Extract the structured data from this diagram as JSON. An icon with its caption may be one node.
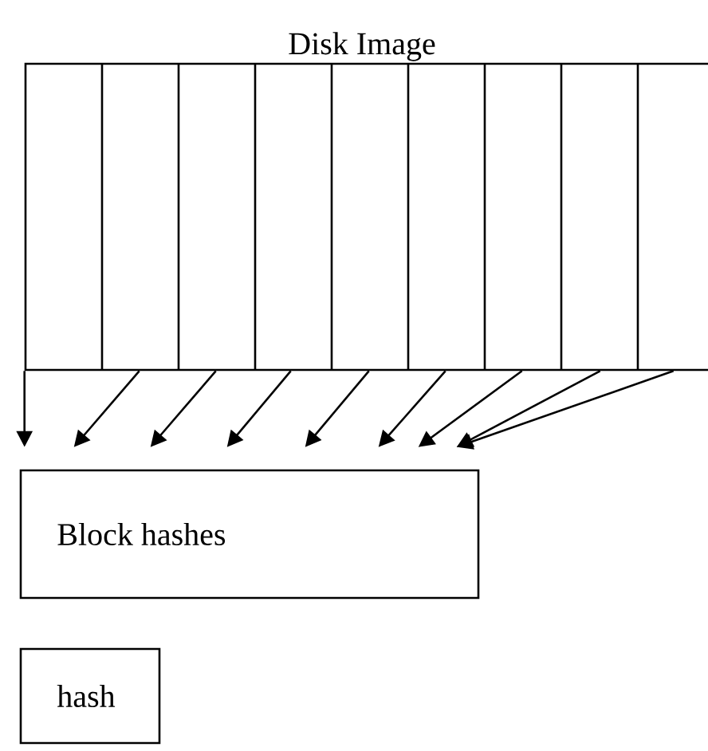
{
  "diagram": {
    "nodes": [
      {
        "text": [
          "Disk Image"
        ]
      },
      {
        "text": [
          "Block hashes"
        ]
      },
      {
        "text": [
          "hash"
        ]
      }
    ],
    "edges": [
      {
        "from": 0,
        "to": 1,
        "arrow": "to"
      },
      {
        "from": 0,
        "to": 1,
        "arrow": "to"
      },
      {
        "from": 0,
        "to": 1,
        "arrow": "to"
      },
      {
        "from": 0,
        "to": 1,
        "arrow": "to"
      },
      {
        "from": 0,
        "to": 1,
        "arrow": "to"
      },
      {
        "from": 0,
        "to": 1,
        "arrow": "to"
      },
      {
        "from": 0,
        "to": 1,
        "arrow": "to"
      },
      {
        "from": 0,
        "to": 1,
        "arrow": "to"
      },
      {
        "from": 0,
        "to": 1,
        "arrow": "to"
      }
    ]
  }
}
